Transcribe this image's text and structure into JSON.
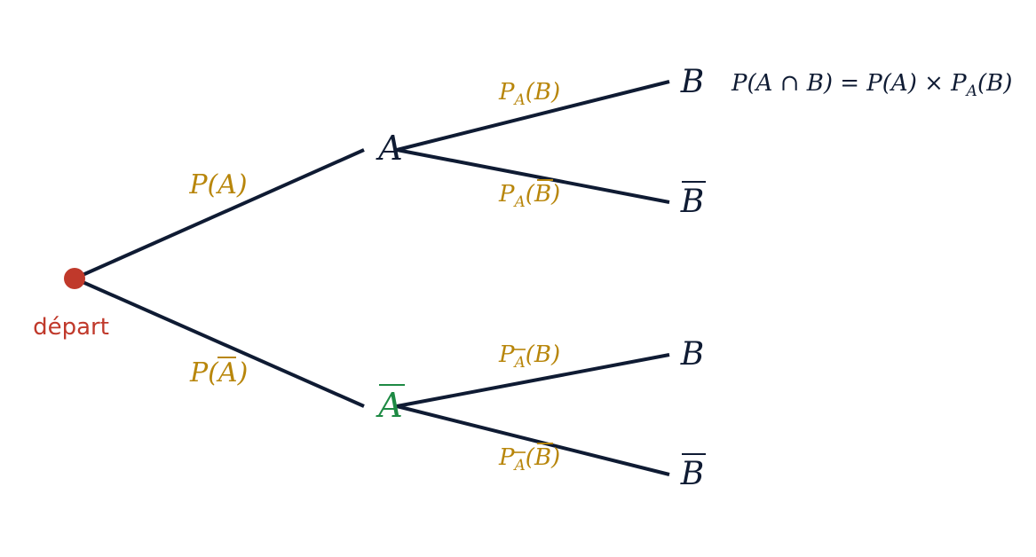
{
  "colors": {
    "edge": "#0f1b33",
    "node": "#0f1b33",
    "complement_node": "#1e8a44",
    "prob": "#b8860b",
    "start": "#c0392b"
  },
  "start": {
    "label": "départ"
  },
  "level1": {
    "A": {
      "label": "A",
      "edge_prob": "P(A)"
    },
    "Abar": {
      "label": "A",
      "bar": true,
      "edge_prob_pre": "P(",
      "edge_prob_var": "A",
      "edge_prob_post": ")"
    }
  },
  "level2": {
    "from_A": {
      "B": {
        "label": "B",
        "prob_main": "P",
        "prob_sub": "A",
        "prob_arg": "(B)"
      },
      "Bbar": {
        "label": "B",
        "bar": true,
        "prob_main": "P",
        "prob_sub": "A",
        "prob_arg_pre": "(",
        "prob_arg_var": "B",
        "prob_arg_post": ")"
      }
    },
    "from_Abar": {
      "B": {
        "label": "B",
        "prob_main": "P",
        "prob_sub": "A",
        "prob_arg": "(B)"
      },
      "Bbar": {
        "label": "B",
        "bar": true,
        "prob_main": "P",
        "prob_sub": "A",
        "prob_arg_pre": "(",
        "prob_arg_var": "B",
        "prob_arg_post": ")"
      }
    }
  },
  "formula": {
    "lhs": "P(A ∩ B) = P(A) × P",
    "sub": "A",
    "rhs": "(B)"
  }
}
